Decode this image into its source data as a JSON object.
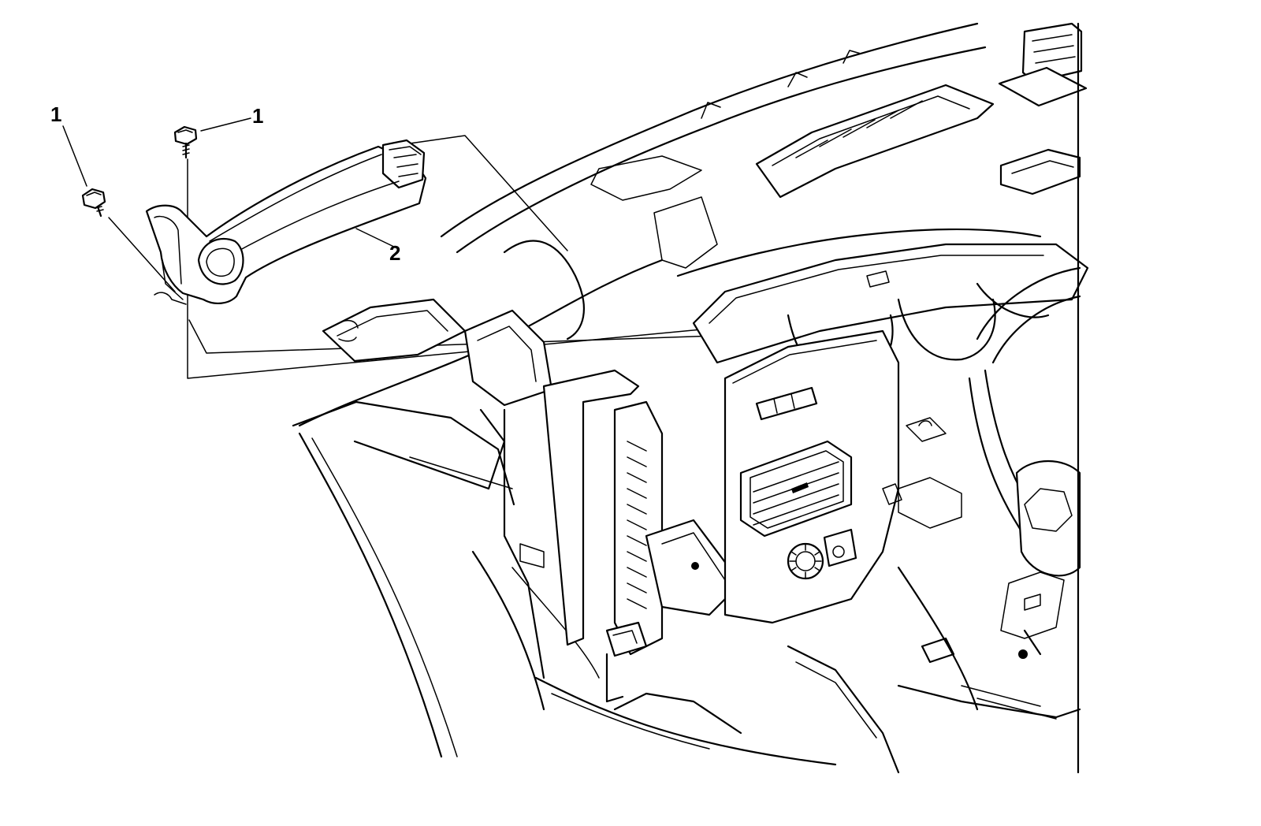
{
  "callouts": [
    {
      "id": "fastener-left",
      "label": "1"
    },
    {
      "id": "fastener-top",
      "label": "1"
    },
    {
      "id": "duct",
      "label": "2"
    }
  ]
}
